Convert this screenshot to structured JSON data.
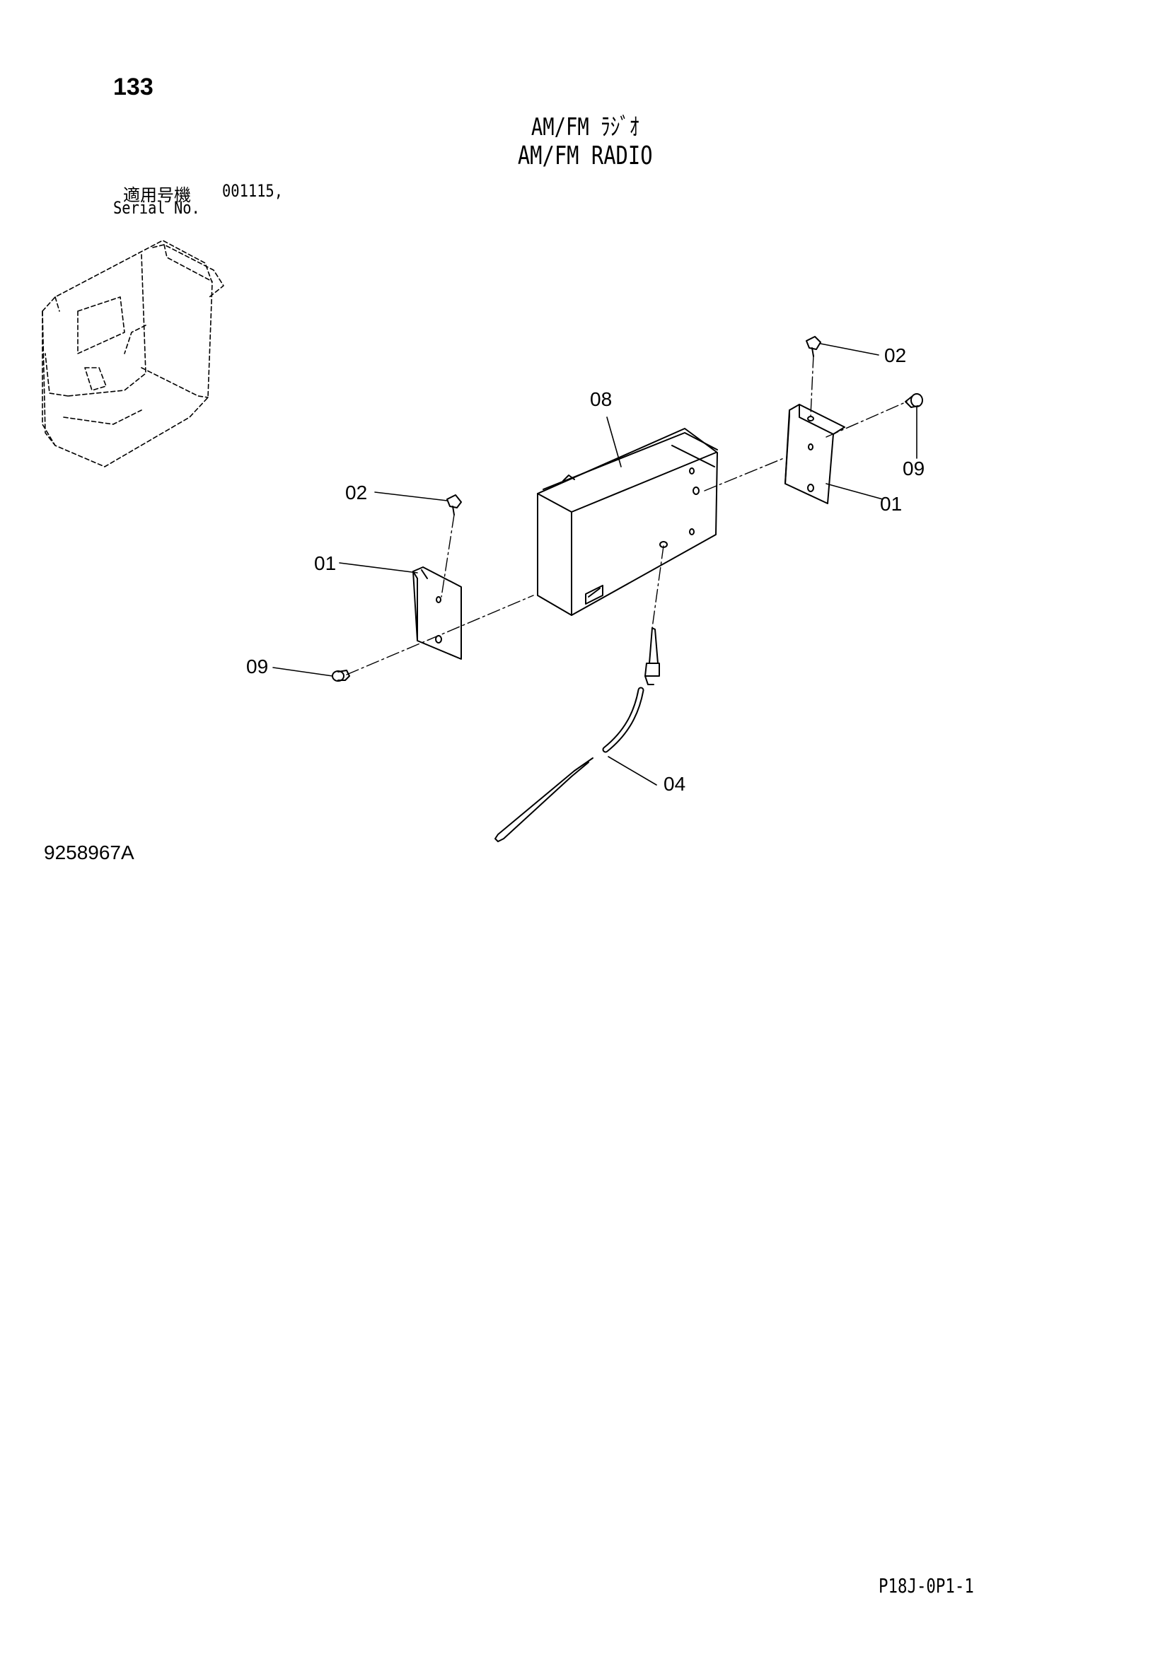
{
  "header": {
    "page_number": "133",
    "title_jp": "AM/FM ﾗｼﾞｵ",
    "title_en": "AM/FM RADIO",
    "serial_label_jp": "適用号機",
    "serial_label_en": "Serial No.",
    "serial_value": "001115,"
  },
  "diagram": {
    "callouts": {
      "c01_left": "01",
      "c01_right": "01",
      "c02_left": "02",
      "c02_right": "02",
      "c04": "04",
      "c08": "08",
      "c09_left": "09",
      "c09_right": "09"
    }
  },
  "footer": {
    "drawing_number": "9258967A",
    "page_code": "P18J-0P1-1"
  }
}
